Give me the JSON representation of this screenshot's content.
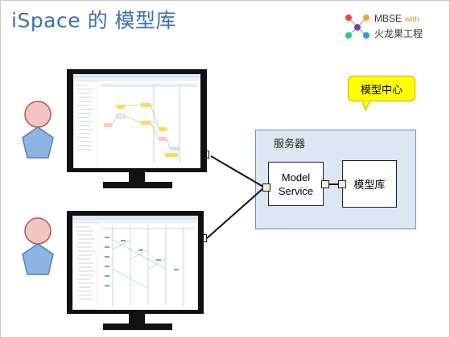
{
  "title": "iSpace 的 模型库",
  "logo": {
    "line1": "MBSE",
    "line1_with": "with",
    "line2": "火龙果工程"
  },
  "callout": "模型中心",
  "server": {
    "label": "服务器",
    "model_service": "Model Service",
    "model_repo": "模型库"
  },
  "colors": {
    "title": "#3c6fb0",
    "callout": "#ffff00",
    "server_fill": "#dde7f3",
    "person_head": "#f2c4c4",
    "person_body": "#8db4e2"
  },
  "icons": [
    "user-icon",
    "monitor-icon",
    "logo-icon"
  ]
}
